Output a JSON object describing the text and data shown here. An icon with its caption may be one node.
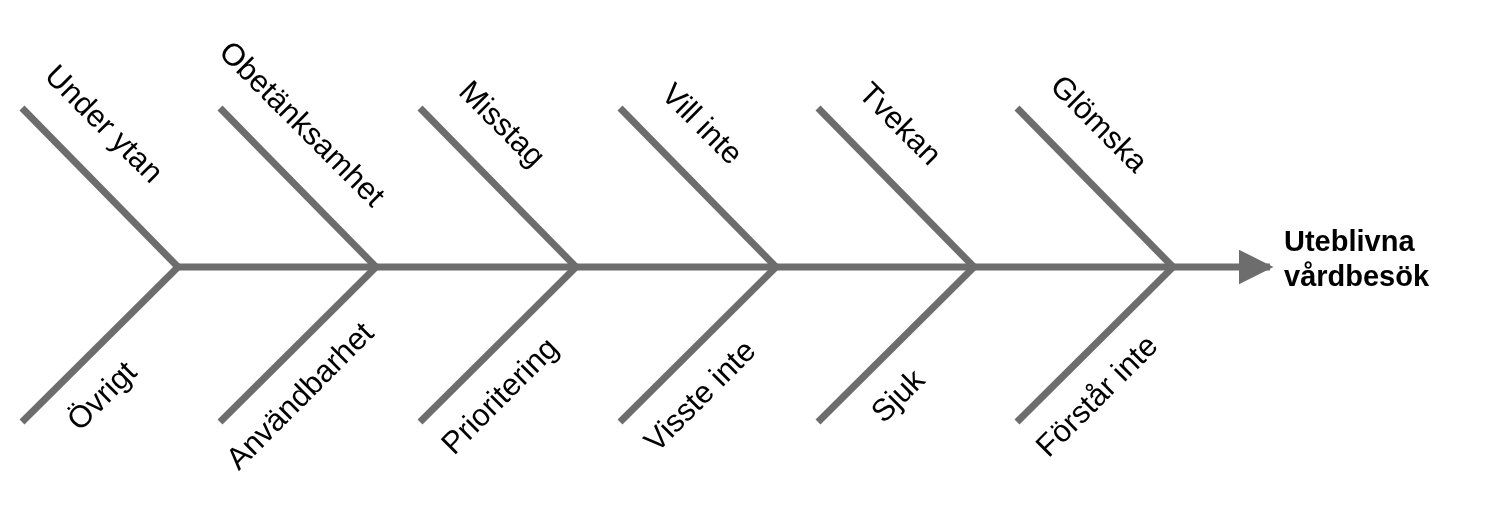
{
  "diagram": {
    "nodes": [
      {
        "text": [
          "Under ytan"
        ]
      },
      {
        "text": [
          "Övrigt"
        ]
      },
      {
        "text": [
          "Obetänksamhet"
        ]
      },
      {
        "text": [
          "Användbarhet"
        ]
      },
      {
        "text": [
          "Misstag"
        ]
      },
      {
        "text": [
          "Prioritering"
        ]
      },
      {
        "text": [
          "Vill inte"
        ]
      },
      {
        "text": [
          "Visste inte"
        ]
      },
      {
        "text": [
          "Tvekan"
        ]
      },
      {
        "text": [
          "Sjuk"
        ]
      },
      {
        "text": [
          "Glömska"
        ]
      },
      {
        "text": [
          "Förstår inte"
        ]
      },
      {
        "text": [
          "Uteblivna vårdbesök"
        ]
      }
    ],
    "edges": [
      {
        "from": 0,
        "to": null,
        "arrow": "none"
      },
      {
        "from": 1,
        "to": null,
        "arrow": "none"
      },
      {
        "from": 2,
        "to": null,
        "arrow": "none"
      },
      {
        "from": 3,
        "to": null,
        "arrow": "none"
      },
      {
        "from": 4,
        "to": null,
        "arrow": "none"
      },
      {
        "from": 5,
        "to": null,
        "arrow": "none"
      },
      {
        "from": 6,
        "to": null,
        "arrow": "none"
      },
      {
        "from": 7,
        "to": null,
        "arrow": "none"
      },
      {
        "from": 8,
        "to": null,
        "arrow": "none"
      },
      {
        "from": 9,
        "to": null,
        "arrow": "none"
      },
      {
        "from": 10,
        "to": null,
        "arrow": "none"
      },
      {
        "from": 11,
        "to": null,
        "arrow": "none"
      },
      {
        "from": null,
        "to": 12,
        "arrow": "to"
      }
    ]
  }
}
